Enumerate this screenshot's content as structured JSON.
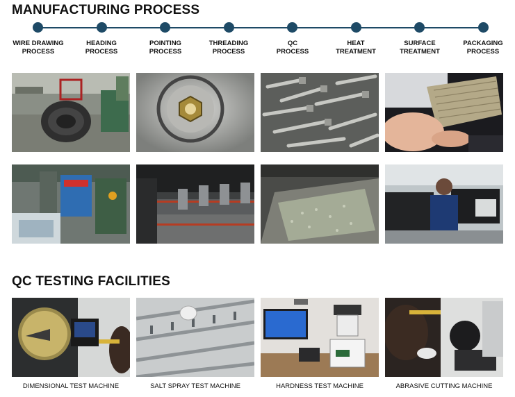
{
  "header": {
    "title": "MANUFACTURING PROCESS"
  },
  "steps": [
    {
      "line1": "WIRE DRAWING",
      "line2": "PROCESS"
    },
    {
      "line1": "HEADING",
      "line2": "PROCESS"
    },
    {
      "line1": "POINTING",
      "line2": "PROCESS"
    },
    {
      "line1": "THREADING",
      "line2": "PROCESS"
    },
    {
      "line1": "QC",
      "line2": "PROCESS"
    },
    {
      "line1": "HEAT",
      "line2": "TREATMENT"
    },
    {
      "line1": "SURFACE",
      "line2": "TREATMENT"
    },
    {
      "line1": "PACKAGING",
      "line2": "PROCESS"
    }
  ],
  "qc": {
    "title": "QC TESTING FACILITIES",
    "captions": [
      "DIMENSIONAL TEST MACHINE",
      "SALT SPRAY TEST MACHINE",
      "HARDNESS TEST MACHINE",
      "ABRASIVE CUTTING MACHINE"
    ]
  },
  "colors": {
    "accent": "#1e4a66"
  }
}
